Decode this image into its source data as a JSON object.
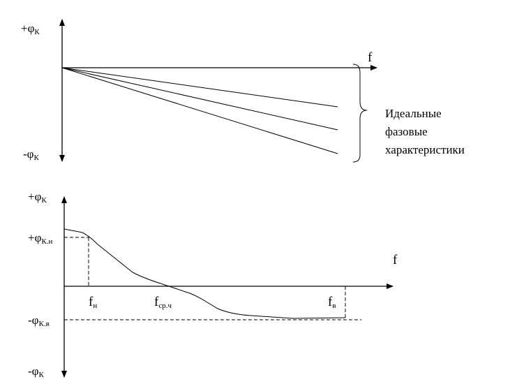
{
  "top_diagram": {
    "y_plus_label": "+φ",
    "y_plus_sub": "К",
    "y_minus_label": "-φ",
    "y_minus_sub": "К",
    "x_label": "f",
    "brace_text": [
      "Идеальные",
      "фазовые",
      "характеристики"
    ]
  },
  "bottom_diagram": {
    "y_plus_label": "+φ",
    "y_plus_sub": "К",
    "y_minus_label": "-φ",
    "y_minus_sub": "К",
    "phi_kn_label": "+φ",
    "phi_kn_sub": "К.н",
    "phi_kv_label": "-φ",
    "phi_kv_sub": "К.в",
    "x_label": "f",
    "fn_label": "f",
    "fn_sub": "н",
    "fsr_label": "f",
    "fsr_sub": "ср.ч",
    "fv_label": "f",
    "fv_sub": "в"
  }
}
